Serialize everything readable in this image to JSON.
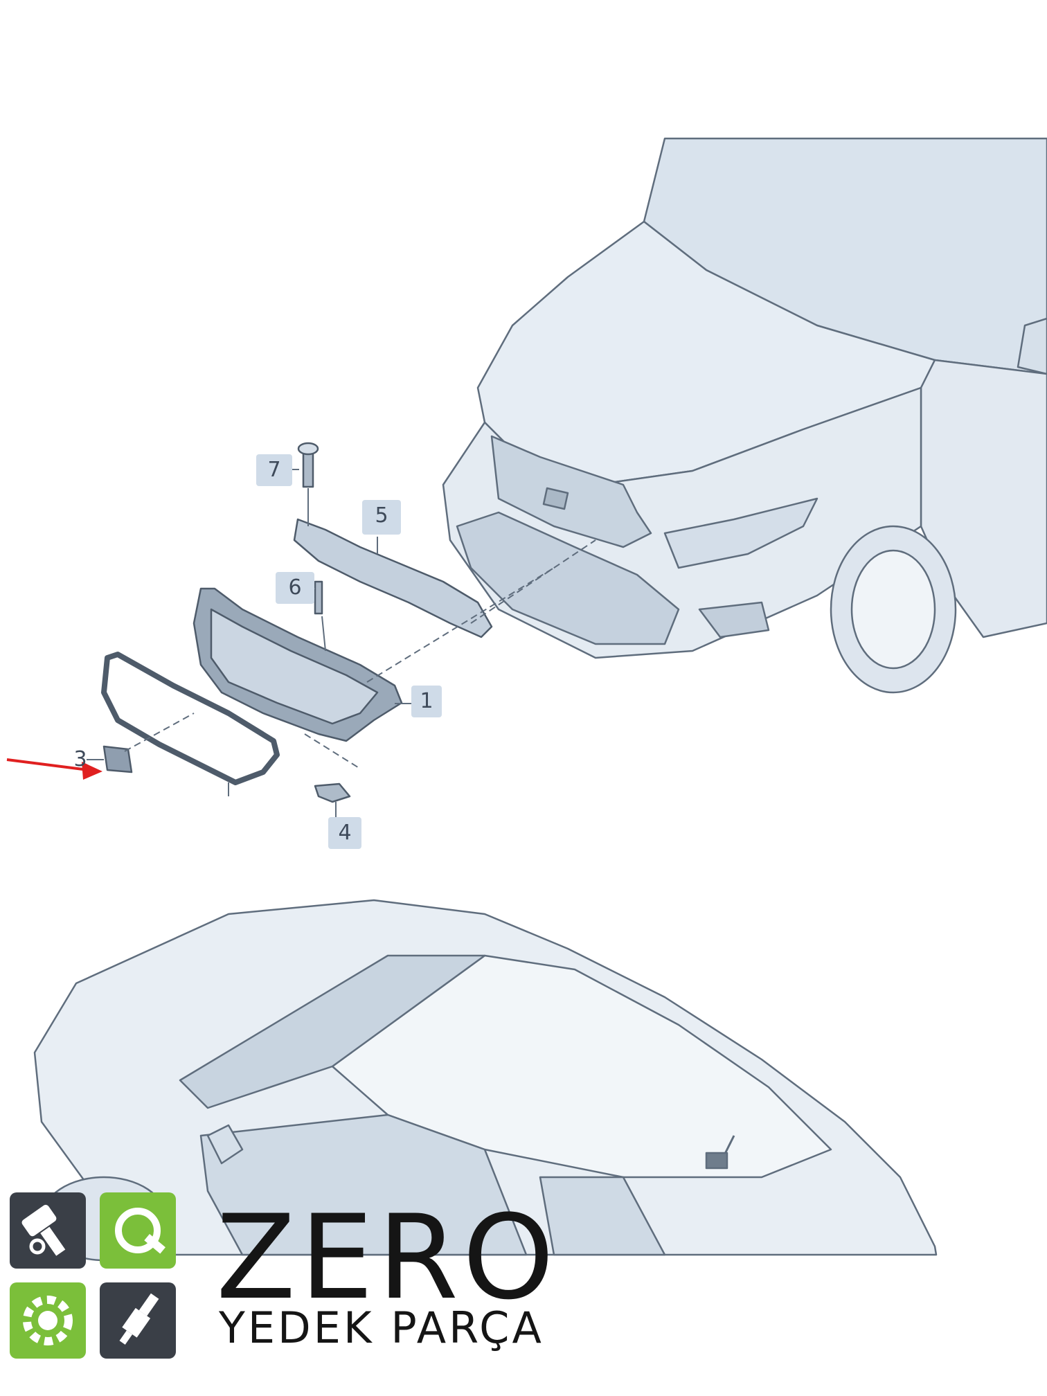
{
  "callouts": [
    {
      "id": "1",
      "label": "1"
    },
    {
      "id": "3",
      "label": "3"
    },
    {
      "id": "4",
      "label": "4"
    },
    {
      "id": "5",
      "label": "5"
    },
    {
      "id": "6",
      "label": "6"
    },
    {
      "id": "7",
      "label": "7"
    }
  ],
  "brand": {
    "name": "ZERO",
    "tagline": "YEDEK PARÇA",
    "colors": {
      "dark": "#3a3f47",
      "green": "#7bbf3a",
      "text": "#151515"
    },
    "icons": [
      "piston-icon",
      "wrench-gear-icon",
      "gear-icon",
      "spark-plug-icon"
    ]
  },
  "colors": {
    "car_body": "#e8eef4",
    "car_line": "#5f6d7d",
    "label_bg": "#cfdbe8",
    "arrow": "#e02020"
  }
}
